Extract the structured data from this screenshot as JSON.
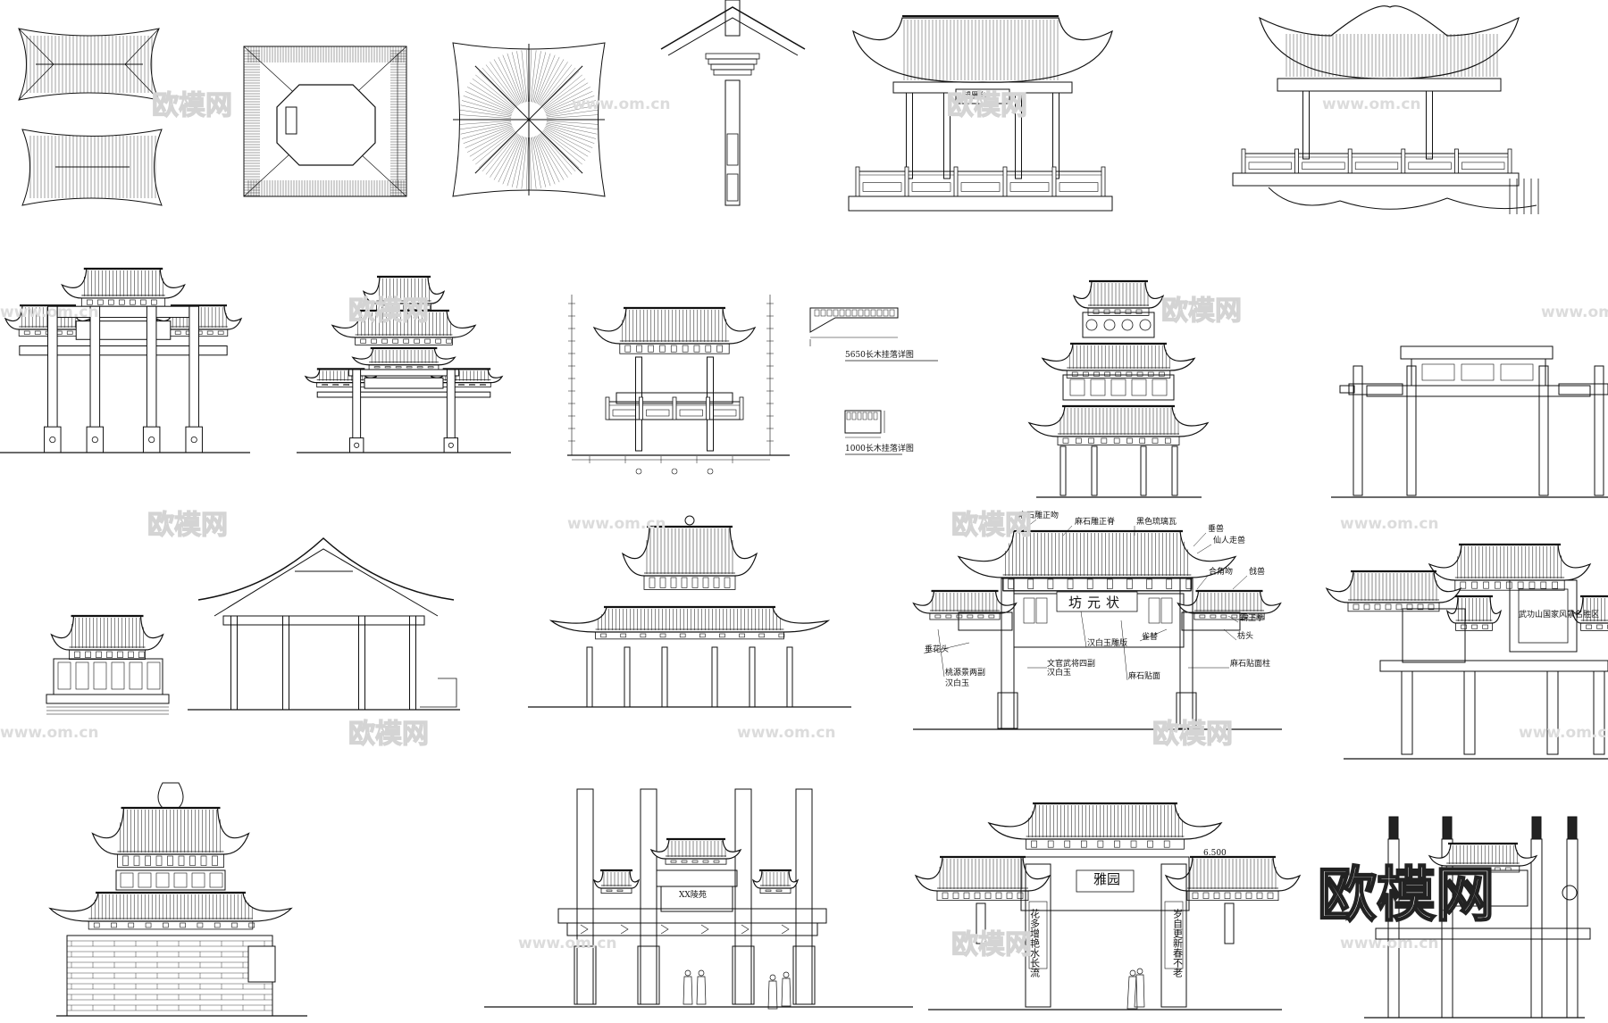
{
  "watermarks": {
    "brand": "欧模网",
    "url": "www.om.cn"
  },
  "drawings": {
    "pavilion_plaque": "望雁台",
    "detail_5650": "5650长木挂落详图",
    "detail_1000": "1000长木挂落详图",
    "paifang_plaque": "坊元状",
    "paifang_annotations": [
      "麻石雕正吻",
      "麻石雕正脊",
      "黑色琉璃瓦",
      "垂兽",
      "仙人走兽",
      "合角吻",
      "戗兽",
      "霸王拳",
      "枋头",
      "麻石贴面柱",
      "麻石贴面",
      "雀替",
      "汉白玉雕版",
      "文官武将四副",
      "汉白玉",
      "桃源景两副",
      "汉白玉",
      "垂花头"
    ],
    "gate_plaque": "XX陵苑",
    "yayuan_plaque": "雅园",
    "couplet_left": "花多增艳水长流",
    "couplet_right": "岁自更新春不老",
    "elevation_mark": "6.500",
    "scenic_plaque": "武功山国家风景名胜区"
  },
  "colors": {
    "line": "#111111",
    "watermark": "#d4d4d4",
    "background": "#ffffff"
  }
}
